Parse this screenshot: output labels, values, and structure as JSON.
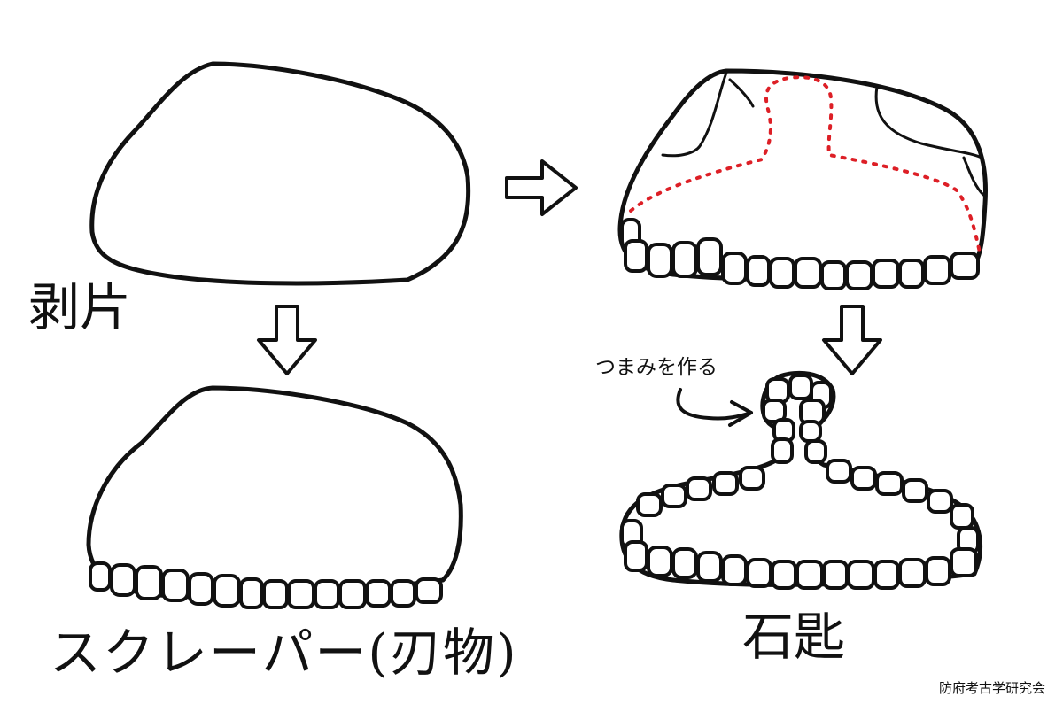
{
  "labels": {
    "flake": "剥片",
    "scraper": "スクレーパー(刃物)",
    "spoon": "石匙",
    "knob_note": "つまみを作る",
    "credit": "防府考古学研究会"
  },
  "colors": {
    "ink": "#111111",
    "accent": "#dd1f26",
    "background": "#ffffff"
  },
  "icons": {
    "process_arrow": "hollow-block-arrow",
    "pointer_arrow": "curved-line-arrow"
  }
}
